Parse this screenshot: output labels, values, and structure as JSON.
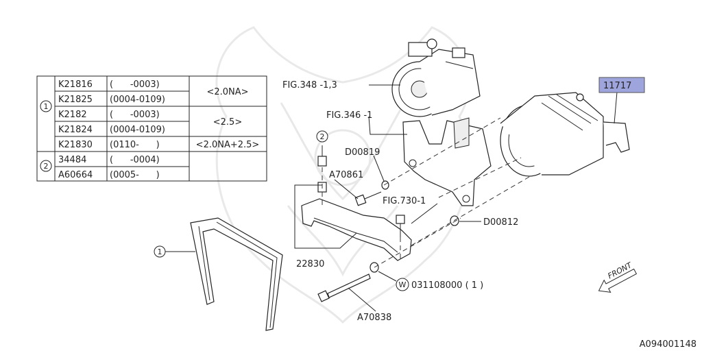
{
  "parts_table": {
    "groups": [
      {
        "ref": "1",
        "rows": [
          {
            "part": "K21816",
            "period": "(      -0003)",
            "app": "<2.0NA>"
          },
          {
            "part": "K21825",
            "period": "(0004-0109)",
            "app": ""
          },
          {
            "part": "K2182",
            "period": "(      -0003)",
            "app": "<2.5>"
          },
          {
            "part": "K21824",
            "period": "(0004-0109)",
            "app": ""
          },
          {
            "part": "K21830",
            "period": "(0110-      )",
            "app": "<2.0NA+2.5>"
          }
        ]
      },
      {
        "ref": "2",
        "rows": [
          {
            "part": "34484",
            "period": "(      -0004)",
            "app": ""
          },
          {
            "part": "A60664",
            "period": "(0005-      )",
            "app": ""
          }
        ]
      }
    ]
  },
  "callouts": {
    "fig348": "FIG.348 -1,3",
    "fig346": "FIG.346 -1",
    "fig730": "FIG.730-1",
    "d00819": "D00819",
    "a70861": "A70861",
    "d00812": "D00812",
    "p22830": "22830",
    "washer": "031108000 ( 1 )",
    "washer_mark": "W",
    "a70838": "A70838",
    "ref1": "1",
    "ref2": "2",
    "front": "FRONT"
  },
  "highlight": {
    "label": "11717",
    "color": "#9ea4dc"
  },
  "diagram_id": "A094001148"
}
